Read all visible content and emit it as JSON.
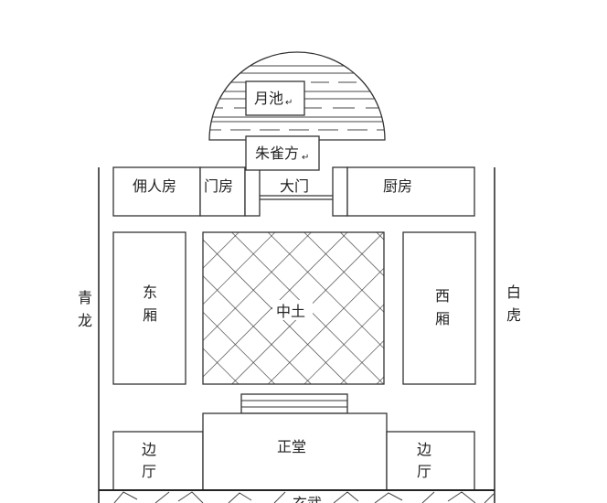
{
  "labels": {
    "moon_pond": "月池",
    "zhuque": "朱雀方",
    "servant_room": "佣人房",
    "gate_room": "门房",
    "main_gate": "大门",
    "kitchen": "厨房",
    "east_wing": [
      "东",
      "厢"
    ],
    "center": "中土",
    "west_wing": [
      "西",
      "厢"
    ],
    "qinglong": [
      "青",
      "龙"
    ],
    "baihu": [
      "白",
      "虎"
    ],
    "main_hall": "正堂",
    "side_hall_left": [
      "边",
      "厅"
    ],
    "side_hall_right": [
      "边",
      "厅"
    ],
    "xuanwu": "玄武",
    "return_mark": "↵"
  }
}
